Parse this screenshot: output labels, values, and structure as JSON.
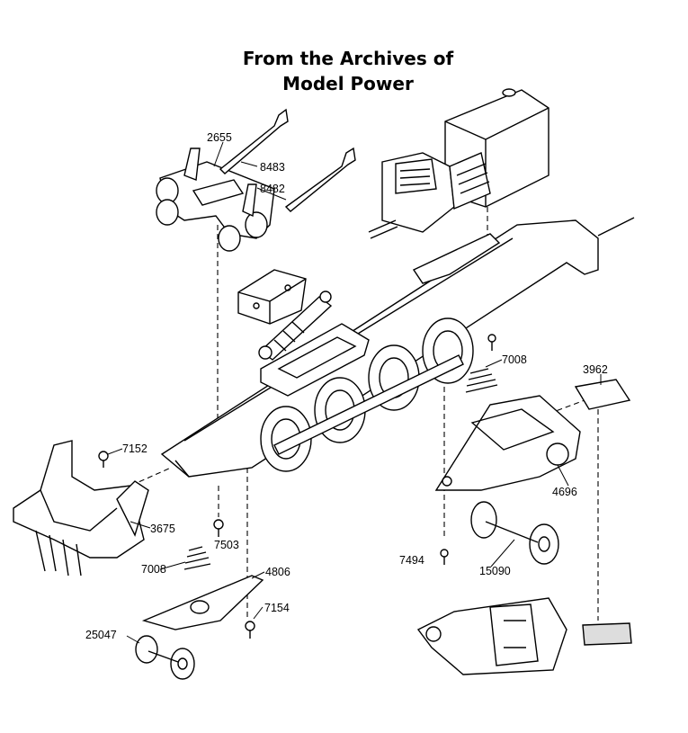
{
  "title": {
    "line1": "From the Archives of",
    "line2": "Model Power"
  },
  "parts": {
    "p2655": "2655",
    "p8483": "8483",
    "p8482": "8482",
    "p7008_upper": "7008",
    "p3962": "3962",
    "p7152": "7152",
    "p4696": "4696",
    "p3675": "3675",
    "p7503": "7503",
    "p7494": "7494",
    "p15090": "15090",
    "p7008_lower": "7008",
    "p4806": "4806",
    "p7154": "7154",
    "p25047": "25047"
  }
}
